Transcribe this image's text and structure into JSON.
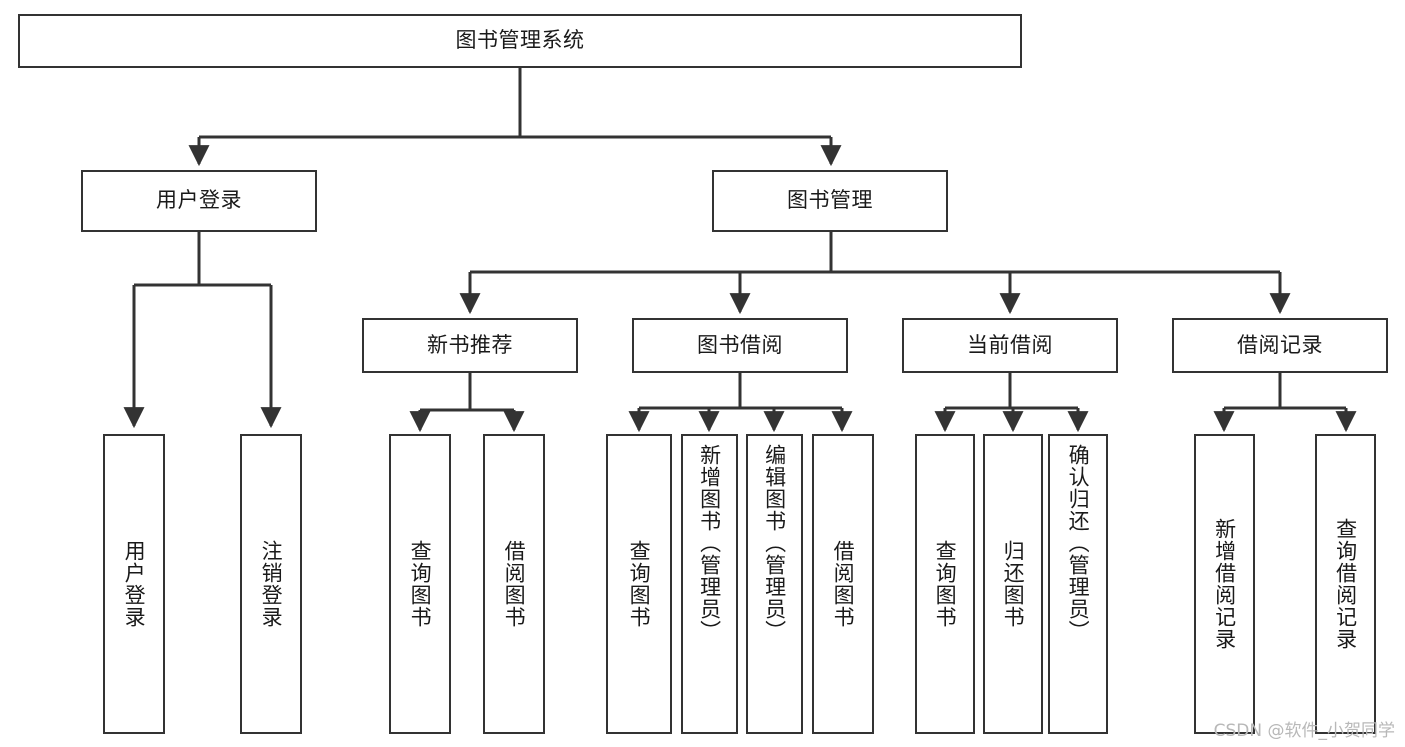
{
  "diagram": {
    "type": "tree-hierarchy-chart",
    "title": "图书管理系统",
    "watermark": "CSDN @软件_小贺同学",
    "colors": {
      "box_border": "#333333",
      "box_fill": "#ffffff",
      "connector": "#333333",
      "text": "#1a1a1a",
      "watermark": "#b8b8b8",
      "background": "#ffffff"
    },
    "levels": {
      "root": {
        "label": "图书管理系统"
      },
      "level2": [
        {
          "id": "user-login",
          "label": "用户登录"
        },
        {
          "id": "book-management",
          "label": "图书管理"
        }
      ],
      "level3": [
        {
          "id": "new-book-recommend",
          "label": "新书推荐",
          "parent": "book-management"
        },
        {
          "id": "book-borrow",
          "label": "图书借阅",
          "parent": "book-management"
        },
        {
          "id": "current-borrow",
          "label": "当前借阅",
          "parent": "book-management"
        },
        {
          "id": "borrow-record",
          "label": "借阅记录",
          "parent": "book-management"
        }
      ],
      "leaves": {
        "user_login": [
          {
            "id": "leaf-user-login",
            "label": "用户登录"
          },
          {
            "id": "leaf-logout",
            "label": "注销登录"
          }
        ],
        "new_book_recommend": [
          {
            "id": "leaf-query-book-1",
            "label": "查询图书"
          },
          {
            "id": "leaf-borrow-book-1",
            "label": "借阅图书"
          }
        ],
        "book_borrow": [
          {
            "id": "leaf-query-book-2",
            "label": "查询图书"
          },
          {
            "id": "leaf-add-book",
            "label": "新增图书（管理员）"
          },
          {
            "id": "leaf-edit-book",
            "label": "编辑图书（管理员）"
          },
          {
            "id": "leaf-borrow-book-2",
            "label": "借阅图书"
          }
        ],
        "current_borrow": [
          {
            "id": "leaf-query-book-3",
            "label": "查询图书"
          },
          {
            "id": "leaf-return-book",
            "label": "归还图书"
          },
          {
            "id": "leaf-confirm-return",
            "label": "确认归还（管理员）"
          }
        ],
        "borrow_record": [
          {
            "id": "leaf-add-record",
            "label": "新增借阅记录"
          },
          {
            "id": "leaf-query-record",
            "label": "查询借阅记录"
          }
        ]
      }
    }
  }
}
